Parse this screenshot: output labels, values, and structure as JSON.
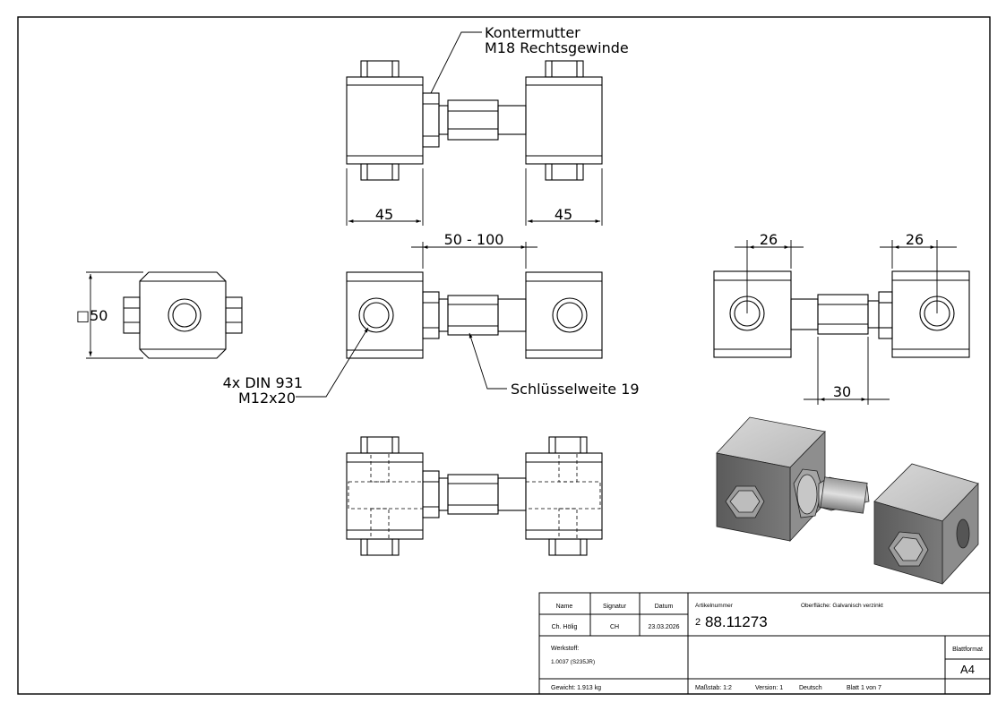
{
  "annotations": {
    "locknut_line1": "Kontermutter",
    "locknut_line2": "M18 Rechtsgewinde",
    "bolts_line1": "4x DIN 931",
    "bolts_line2": "M12x20",
    "wrench": "Schlüsselweite 19"
  },
  "dimensions": {
    "block_width_left": "45",
    "block_width_right": "45",
    "adjust_range": "50 - 100",
    "square": "□50",
    "hole_offset_left": "26",
    "hole_offset_right": "26",
    "hex_length": "30"
  },
  "title_block": {
    "name_header": "Name",
    "signature_header": "Signatur",
    "date_header": "Datum",
    "name": "Ch. Hölig",
    "signature": "CH",
    "date": "23.03.2026",
    "article_label": "Artikelnummer",
    "surface": "Oberfläche:  Galvanisch verzinkt",
    "article_prefix": "2",
    "article_number": "88.11273",
    "material_label": "Werkstoff:",
    "material": "1.0037 (S235JR)",
    "format_label": "Blattformat",
    "format": "A4",
    "weight": "Gewicht: 1.913 kg",
    "scale": "Maßstab: 1:2",
    "version": "Version: 1",
    "language": "Deutsch",
    "sheet": "Blatt 1 von 7"
  }
}
